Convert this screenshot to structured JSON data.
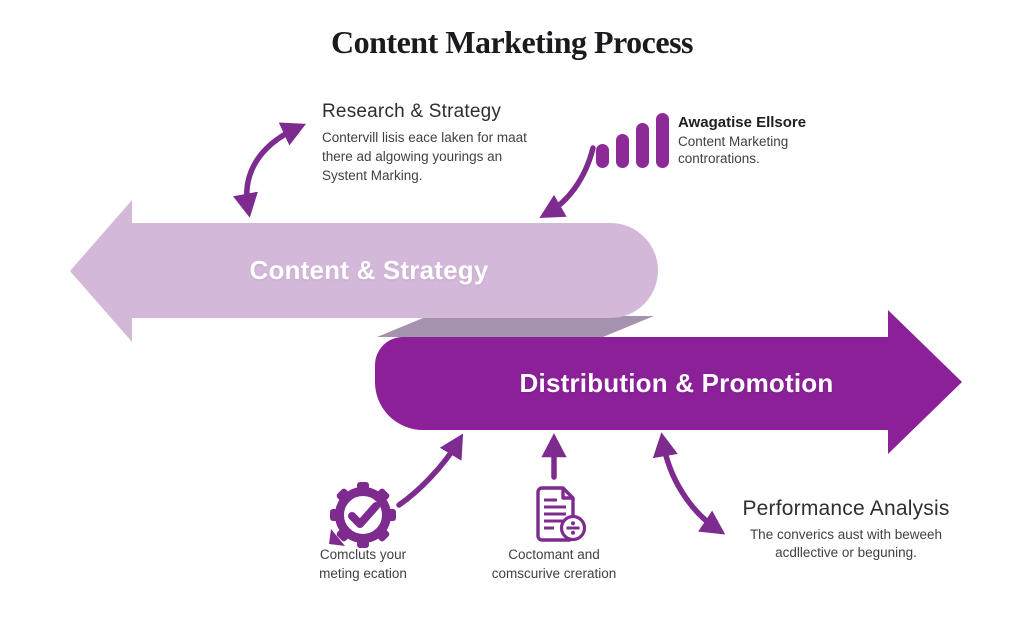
{
  "title": "Content Marketing Process",
  "banners": {
    "content_strategy": {
      "label": "Content & Strategy"
    },
    "distribution_promotion": {
      "label": "Distribution & Promotion"
    }
  },
  "annotations": {
    "research": {
      "heading": "Research & Strategy",
      "body_lines": [
        "Contervill lisis eace laken for maat",
        "there ad algowing yourings an",
        "Systent Marking."
      ]
    },
    "agency": {
      "icon": "bar-chart-icon",
      "heading": "Awagatise Ellsore",
      "body_lines": [
        "Content Marketing",
        "controrations."
      ]
    },
    "performance": {
      "heading": "Performance Analysis",
      "body_lines": [
        "The converics aust with beweeh",
        "acdllective or beguning."
      ]
    },
    "settings_note": {
      "icon": "gear-check-icon",
      "lines": [
        "Comcluts your",
        "meting ecation"
      ]
    },
    "document_note": {
      "icon": "document-divide-icon",
      "lines": [
        "Coctomant and",
        "comscurive creration"
      ]
    }
  },
  "colors": {
    "banner_light": "#d3b8d9",
    "banner_dark": "#8b2098",
    "ribbon_fold": "#a492ae",
    "connector": "#7d2b8f",
    "icon_purple": "#8c2a97",
    "title_text": "#1b1b1f",
    "heading_text": "#2e2e33",
    "body_text": "#3f3f45"
  }
}
